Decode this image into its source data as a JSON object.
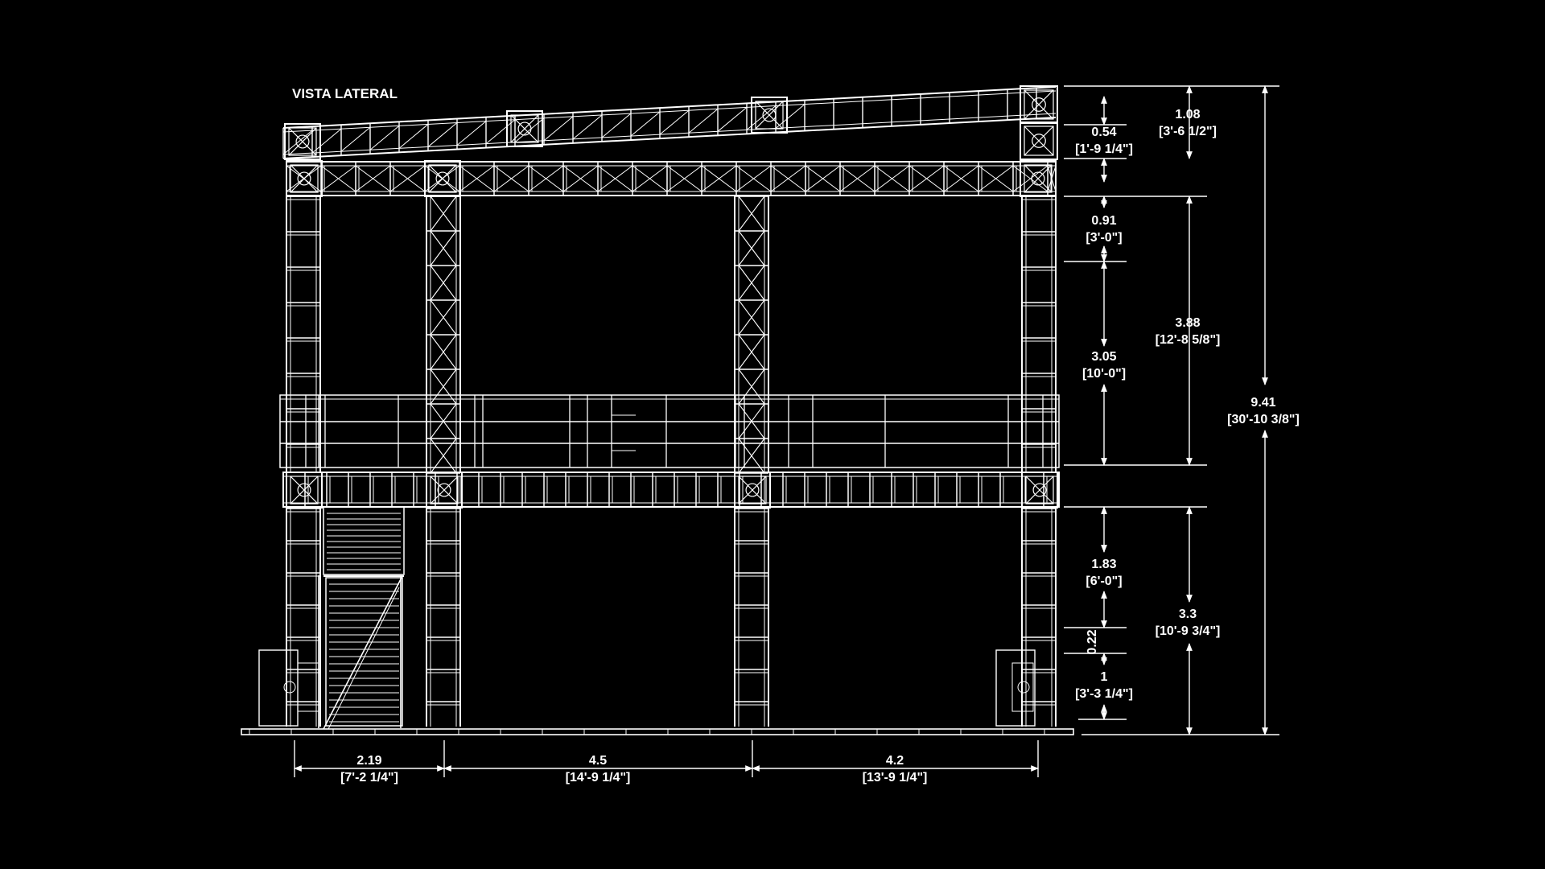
{
  "title": "VISTA LATERAL",
  "colors": {
    "background": "#000000",
    "lines": "#ffffff"
  },
  "dimensions": {
    "roof_slope_total": {
      "value": "1.08",
      "imperial": "[3'-6 1/2\"]"
    },
    "roof_truss_depth": {
      "value": "0.54",
      "imperial": "[1'-9 1/4\"]"
    },
    "top_clearance": {
      "value": "0.91",
      "imperial": "[3'-0\"]"
    },
    "upper_height": {
      "value": "3.88",
      "imperial": "[12'-8 5/8\"]"
    },
    "upper_clear": {
      "value": "3.05",
      "imperial": "[10'-0\"]"
    },
    "overall_height": {
      "value": "9.41",
      "imperial": "[30'-10 3/8\"]"
    },
    "lower_clear": {
      "value": "1.83",
      "imperial": "[6'-0\"]"
    },
    "lower_height": {
      "value": "3.3",
      "imperial": "[10'-9 3/4\"]"
    },
    "small_gap": {
      "value": "0.22"
    },
    "base_height": {
      "value": "1",
      "imperial": "[3'-3 1/4\"]"
    },
    "bay_1": {
      "value": "2.19",
      "imperial": "[7'-2 1/4\"]"
    },
    "bay_2": {
      "value": "4.5",
      "imperial": "[14'-9 1/4\"]"
    },
    "bay_3": {
      "value": "4.2",
      "imperial": "[13'-9 1/4\"]"
    }
  }
}
